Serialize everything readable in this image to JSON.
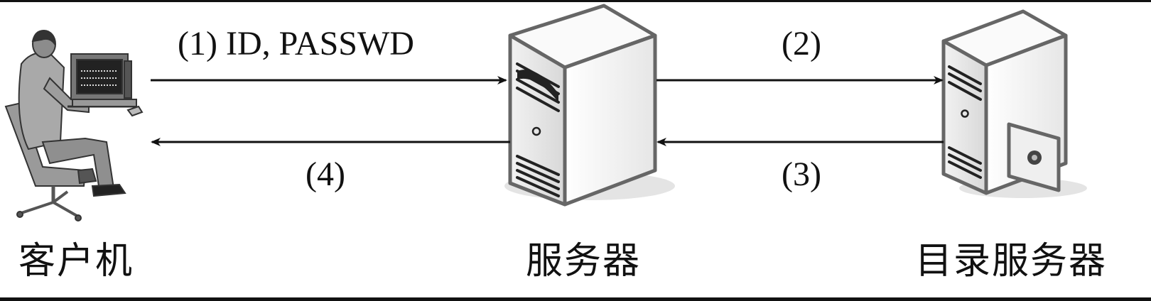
{
  "nodes": {
    "client": "客户机",
    "server": "服务器",
    "directory_server": "目录服务器"
  },
  "flows": {
    "step1": "(1) ID, PASSWD",
    "step2": "(2)",
    "step3": "(3)",
    "step4": "(4)"
  }
}
